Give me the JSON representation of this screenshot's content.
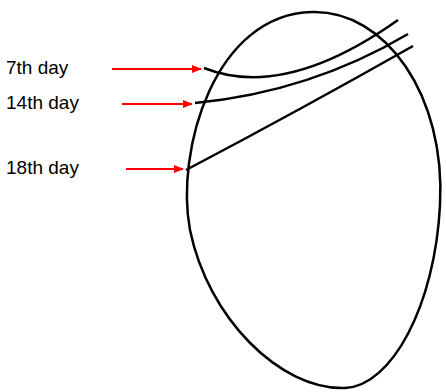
{
  "diagram": {
    "labels": [
      "7th day",
      "14th day",
      "18th day"
    ]
  }
}
